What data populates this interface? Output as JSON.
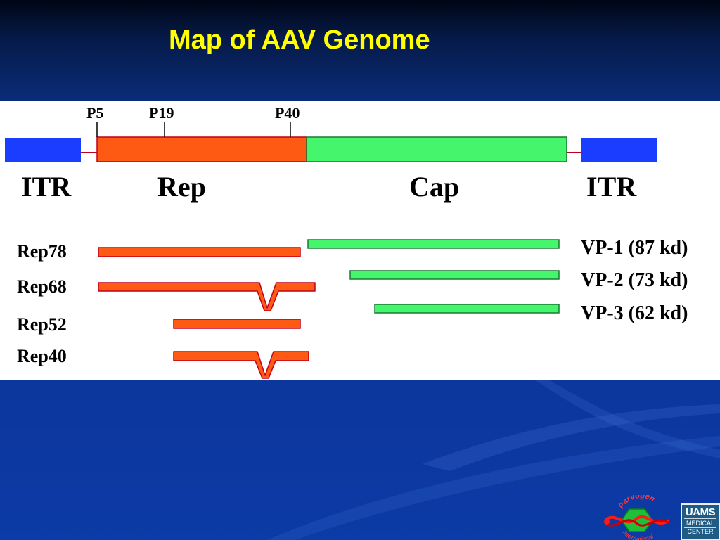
{
  "slide": {
    "title": "Map of AAV Genome"
  },
  "colors": {
    "itr": "#1a3dff",
    "rep": "#ff5a14",
    "cap": "#45f56c",
    "stroke": "#c0001a",
    "title": "#ffff00"
  },
  "genome": {
    "promoters": [
      "P5",
      "P19",
      "P40"
    ],
    "segments": {
      "itr_left": "ITR",
      "rep": "Rep",
      "cap": "Cap",
      "itr_right": "ITR"
    }
  },
  "rep_proteins": [
    "Rep78",
    "Rep68",
    "Rep52",
    "Rep40"
  ],
  "cap_proteins": [
    "VP-1 (87 kd)",
    "VP-2 (73 kd)",
    "VP-3 (62 kd)"
  ],
  "logos": {
    "parvogen": {
      "top": "Parvogen",
      "bottom": "International"
    },
    "uams": {
      "line1": "UAMS",
      "line2": "MEDICAL",
      "line3": "CENTER"
    }
  }
}
